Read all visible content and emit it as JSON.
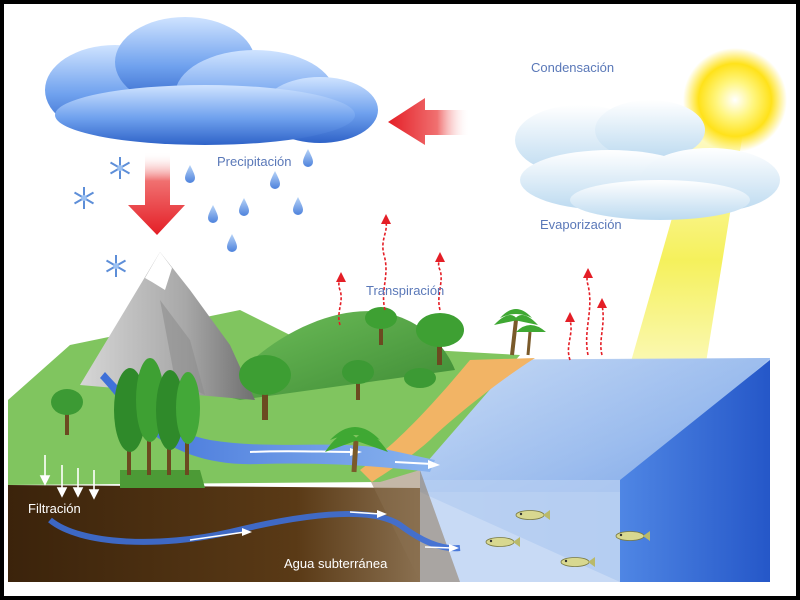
{
  "labels": {
    "condensation": "Condensación",
    "precipitation": "Precipitación",
    "evaporation": "Evaporización",
    "transpiration": "Transpiración",
    "filtration": "Filtración",
    "groundwater": "Agua subterránea"
  },
  "colors": {
    "label_blue": "#5a78b8",
    "label_white": "#ffffff",
    "arrow_red": "#e8202a",
    "grass": "#7cc35a",
    "soil": "#4a2c10",
    "sea": "#7ea8e6",
    "sun": "#ffea3a"
  }
}
